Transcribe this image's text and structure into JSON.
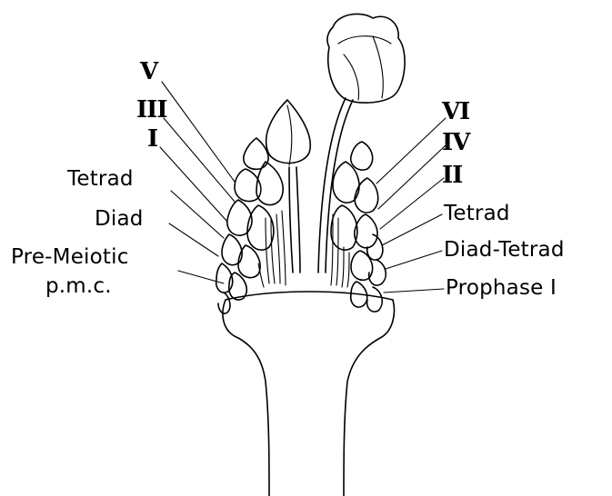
{
  "labels": {
    "left": [
      "V",
      "III",
      "I",
      "Tetrad",
      "Diad",
      "Pre-Meiotic",
      "p.m.c."
    ],
    "right": [
      "VI",
      "IV",
      "II",
      "Tetrad",
      "Diad-Tetrad",
      "Prophase I"
    ]
  }
}
